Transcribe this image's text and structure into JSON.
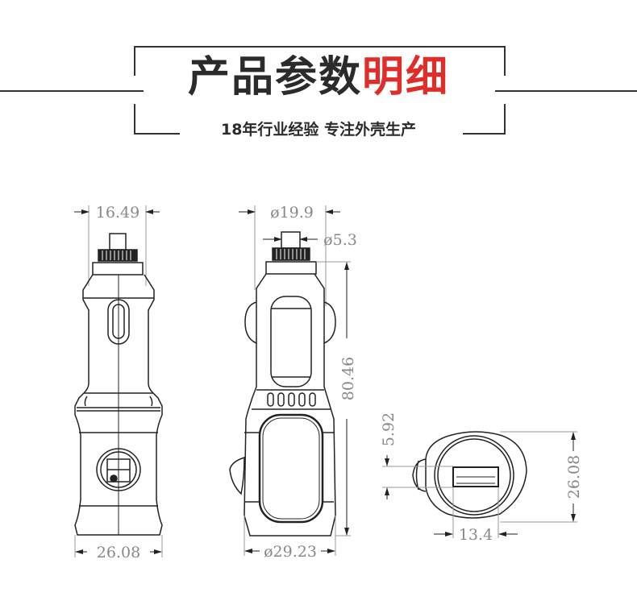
{
  "header": {
    "title_main": "产品参数",
    "title_accent": "明细",
    "subtitle": "18年行业经验 专注外壳生产",
    "accent_color": "#e02d2a",
    "text_color": "#2b2b2b"
  },
  "views": {
    "side_view": {
      "top_width": "16.49",
      "bottom_width": "26.08"
    },
    "front_view": {
      "outer_diameter": "ø19.9",
      "tip_diameter": "ø5.3",
      "total_length": "80.46",
      "body_diameter": "ø29.23"
    },
    "end_view": {
      "usb_height": "5.92",
      "usb_width": "13.4",
      "outer_height": "26.08"
    }
  }
}
